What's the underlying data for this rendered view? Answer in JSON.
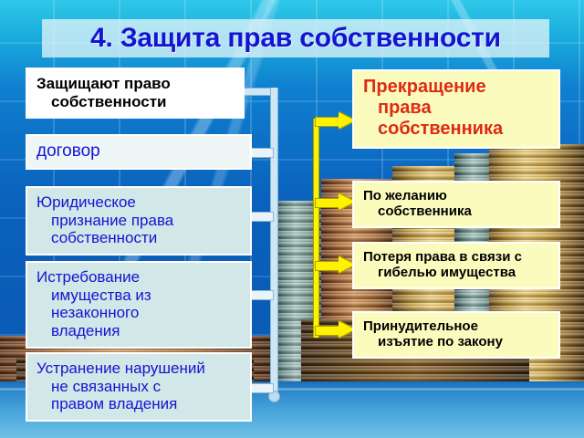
{
  "slide": {
    "title": "4. Защита прав собственности",
    "title_color": "#1414d2",
    "background_description": "stacks-of-coins-on-blue-shelves"
  },
  "left_column": {
    "heading_box": {
      "lines": [
        "Защищают право",
        "собственности"
      ]
    },
    "items": [
      {
        "lines": [
          "договор"
        ]
      },
      {
        "lines": [
          "Юридическое",
          "признание права",
          "собственности"
        ]
      },
      {
        "lines": [
          "Истребование",
          "имущества из",
          "незаконного",
          "владения"
        ]
      },
      {
        "lines": [
          "Устранение нарушений",
          "не связанных с",
          "правом владения"
        ]
      }
    ]
  },
  "right_column": {
    "heading_box": {
      "lines": [
        "Прекращение",
        "права",
        "собственника"
      ],
      "text_color": "#dd2b14"
    },
    "items": [
      {
        "lines": [
          "По желанию",
          "собственника"
        ]
      },
      {
        "lines": [
          "Потеря права в связи с",
          "гибелью имущества"
        ]
      },
      {
        "lines": [
          "Принудительное",
          "изъятие по закону"
        ]
      }
    ]
  },
  "connectors": {
    "left_line_color": "#cfe6f5",
    "right_line_color": "#fff200",
    "left_arrow_count": 4,
    "right_arrow_count": 4
  }
}
